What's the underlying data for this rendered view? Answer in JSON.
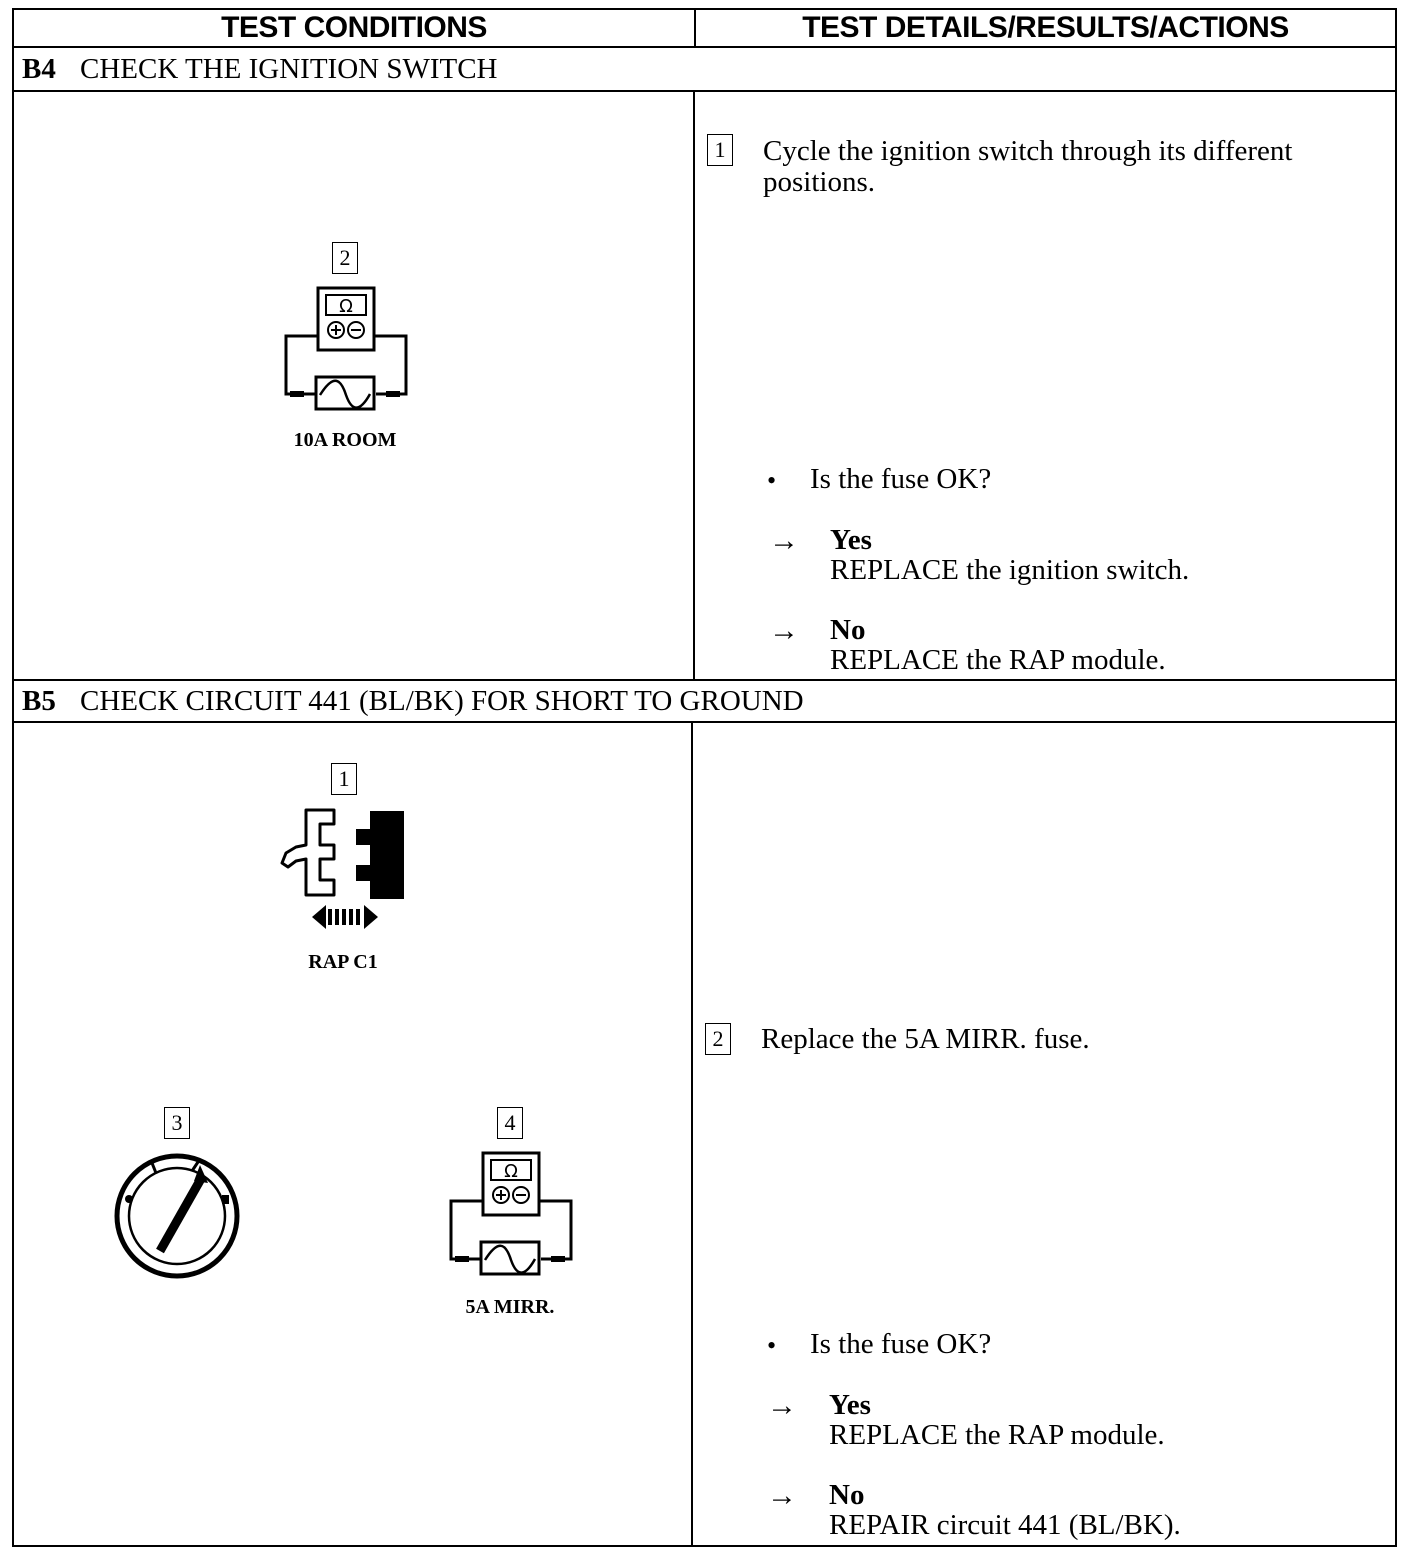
{
  "header": {
    "left": "TEST CONDITIONS",
    "right": "TEST DETAILS/RESULTS/ACTIONS"
  },
  "b4": {
    "id": "B4",
    "title": "CHECK THE IGNITION SWITCH",
    "left": {
      "step": "2",
      "meter_symbol": "Ω",
      "caption": "10A ROOM"
    },
    "right": {
      "step1_num": "1",
      "step1_text_line1": "Cycle the ignition switch through its different",
      "step1_text_line2": "positions.",
      "question": "Is the fuse OK?",
      "yes_label": "Yes",
      "yes_action": "REPLACE the ignition switch.",
      "no_label": "No",
      "no_action": "REPLACE the RAP module."
    }
  },
  "b5": {
    "id": "B5",
    "title": "CHECK CIRCUIT 441 (BL/BK) FOR SHORT TO GROUND",
    "left": {
      "step_connector": "1",
      "connector_caption": "RAP C1",
      "step_ignition": "3",
      "step_meter": "4",
      "meter_symbol": "Ω",
      "meter_caption": "5A MIRR."
    },
    "right": {
      "step2_num": "2",
      "step2_text": "Replace the 5A MIRR. fuse.",
      "question": "Is the fuse OK?",
      "yes_label": "Yes",
      "yes_action": "REPLACE the RAP module.",
      "no_label": "No",
      "no_action": "REPAIR circuit 441 (BL/BK)."
    }
  },
  "symbols": {
    "bullet": "•",
    "arrow": "→"
  }
}
